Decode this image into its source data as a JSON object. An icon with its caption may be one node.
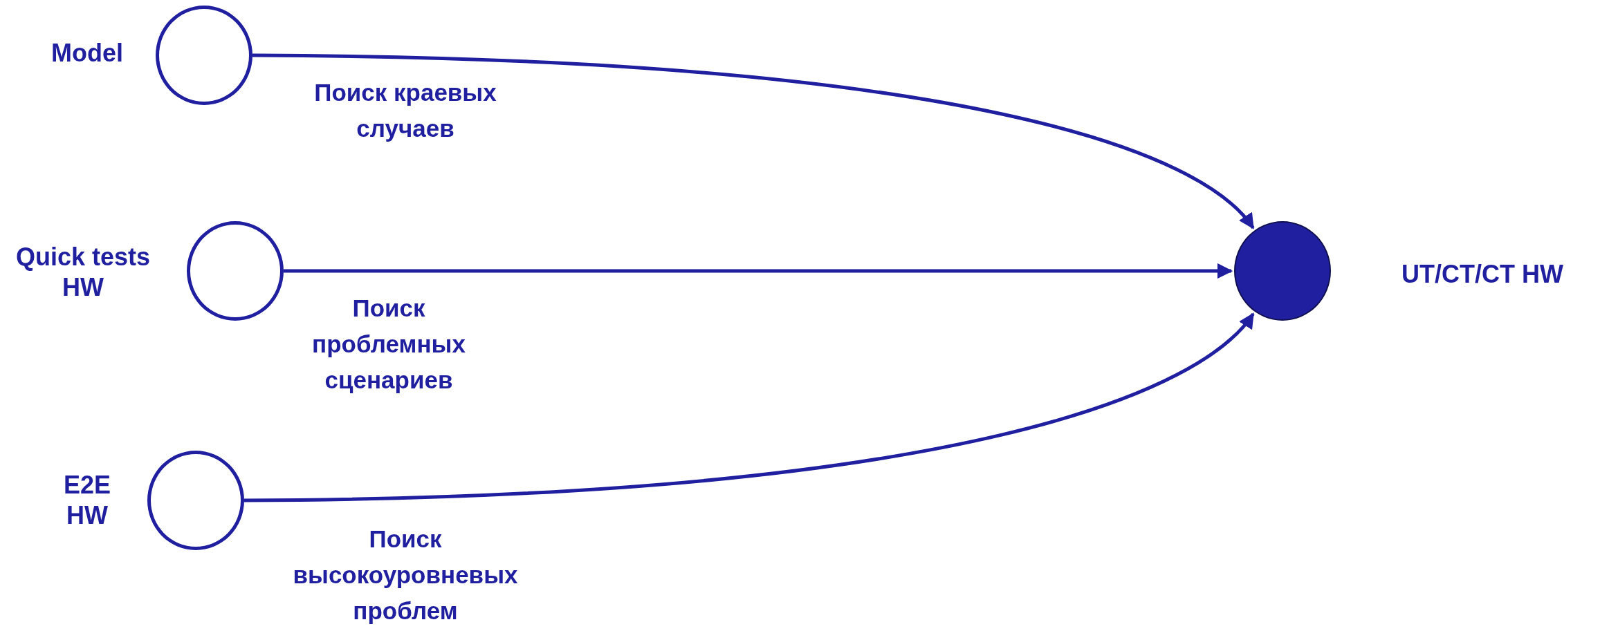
{
  "diagram": {
    "nodes": [
      {
        "text": [
          "Model"
        ]
      },
      {
        "text": [
          "Quick tests HW"
        ]
      },
      {
        "text": [
          "E2E HW"
        ]
      },
      {
        "text": [
          "UT/CT/CT HW"
        ]
      }
    ],
    "edges": [
      {
        "from": 0,
        "to": 3,
        "arrow": "to",
        "label": "Поиск краевых случаев"
      },
      {
        "from": 1,
        "to": 3,
        "arrow": "to",
        "label": "Поиск проблемных сценариев"
      },
      {
        "from": 2,
        "to": 3,
        "arrow": "to",
        "label": "Поиск высокоуровневых проблем"
      }
    ]
  }
}
